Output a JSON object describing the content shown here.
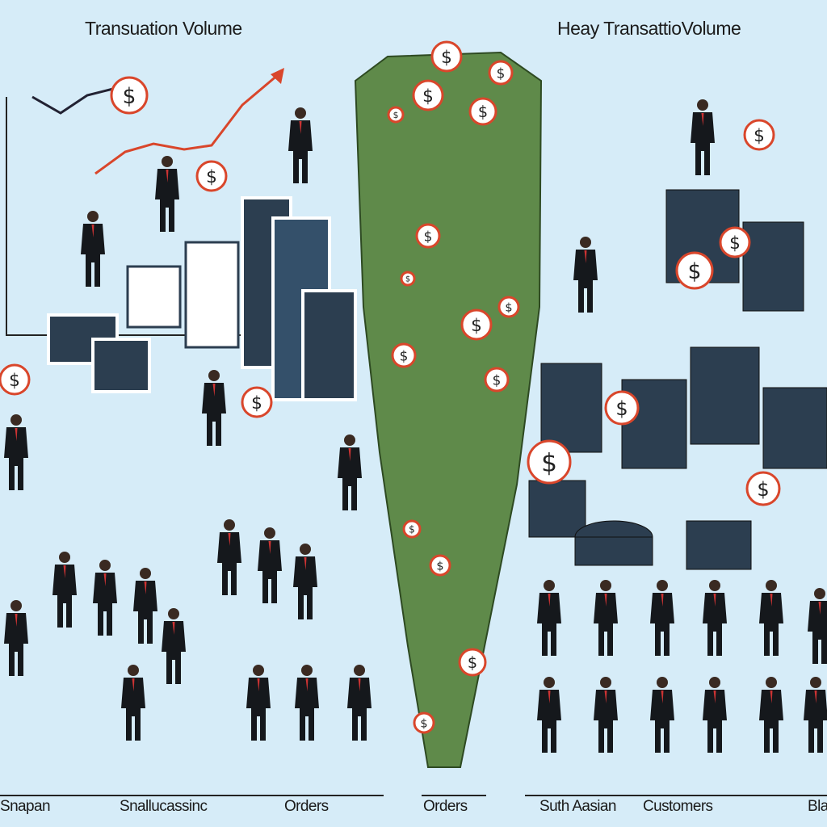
{
  "titles": {
    "left": "Transuation Volume",
    "right": "Heay TransattioVolume"
  },
  "bottom_labels": [
    "Snapan",
    "Snallucassinc",
    "Orders",
    "Orders",
    "Suth Aasian",
    "Customers",
    "Bla"
  ],
  "colors": {
    "background": "#d6ecf8",
    "money": "#5f8a4a",
    "coin": "#d9462b",
    "block": "#2c3e50",
    "trend_line": "#d9462b"
  },
  "icons": [
    "dollar-coin-icon",
    "money-bag-icon",
    "money-stack-icon",
    "businessperson-icon",
    "box-icon"
  ]
}
